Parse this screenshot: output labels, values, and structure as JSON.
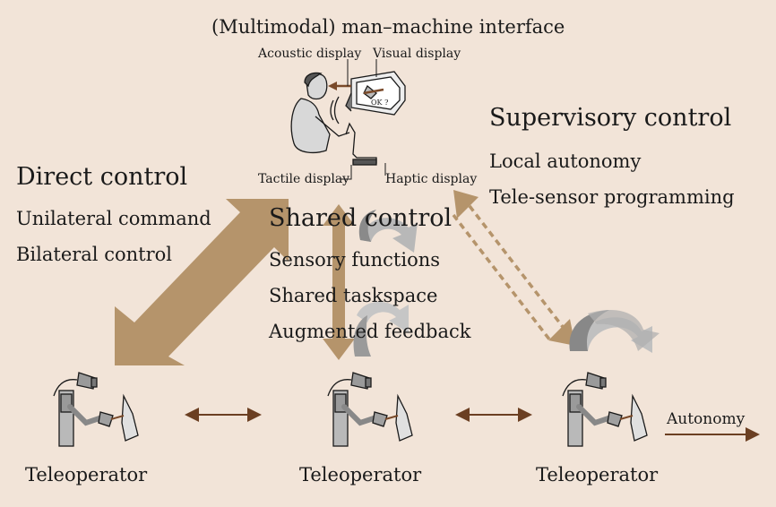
{
  "title": "(Multimodal) man–machine interface",
  "hmi_labels": {
    "acoustic": "Acoustic display",
    "visual": "Visual display",
    "tactile": "Tactile display",
    "haptic": "Haptic display",
    "screen_text": "OK ?"
  },
  "direct": {
    "heading": "Direct control",
    "items": [
      "Unilateral command",
      "Bilateral control"
    ]
  },
  "shared": {
    "heading": "Shared control",
    "items": [
      "Sensory functions",
      "Shared taskspace",
      "Augmented feedback"
    ]
  },
  "supervisory": {
    "heading": "Supervisory control",
    "items": [
      "Local autonomy",
      "Tele-sensor programming"
    ]
  },
  "teleoperators": [
    "Teleoperator",
    "Teleoperator",
    "Teleoperator"
  ],
  "autonomy_label": "Autonomy",
  "colors": {
    "background": "#f2e4d8",
    "arrow_tan": "#b5946b",
    "arrow_brown": "#7a4a2a",
    "arrow_gray_dark": "#8d8d8d",
    "arrow_gray_light": "#c4c4c4"
  }
}
